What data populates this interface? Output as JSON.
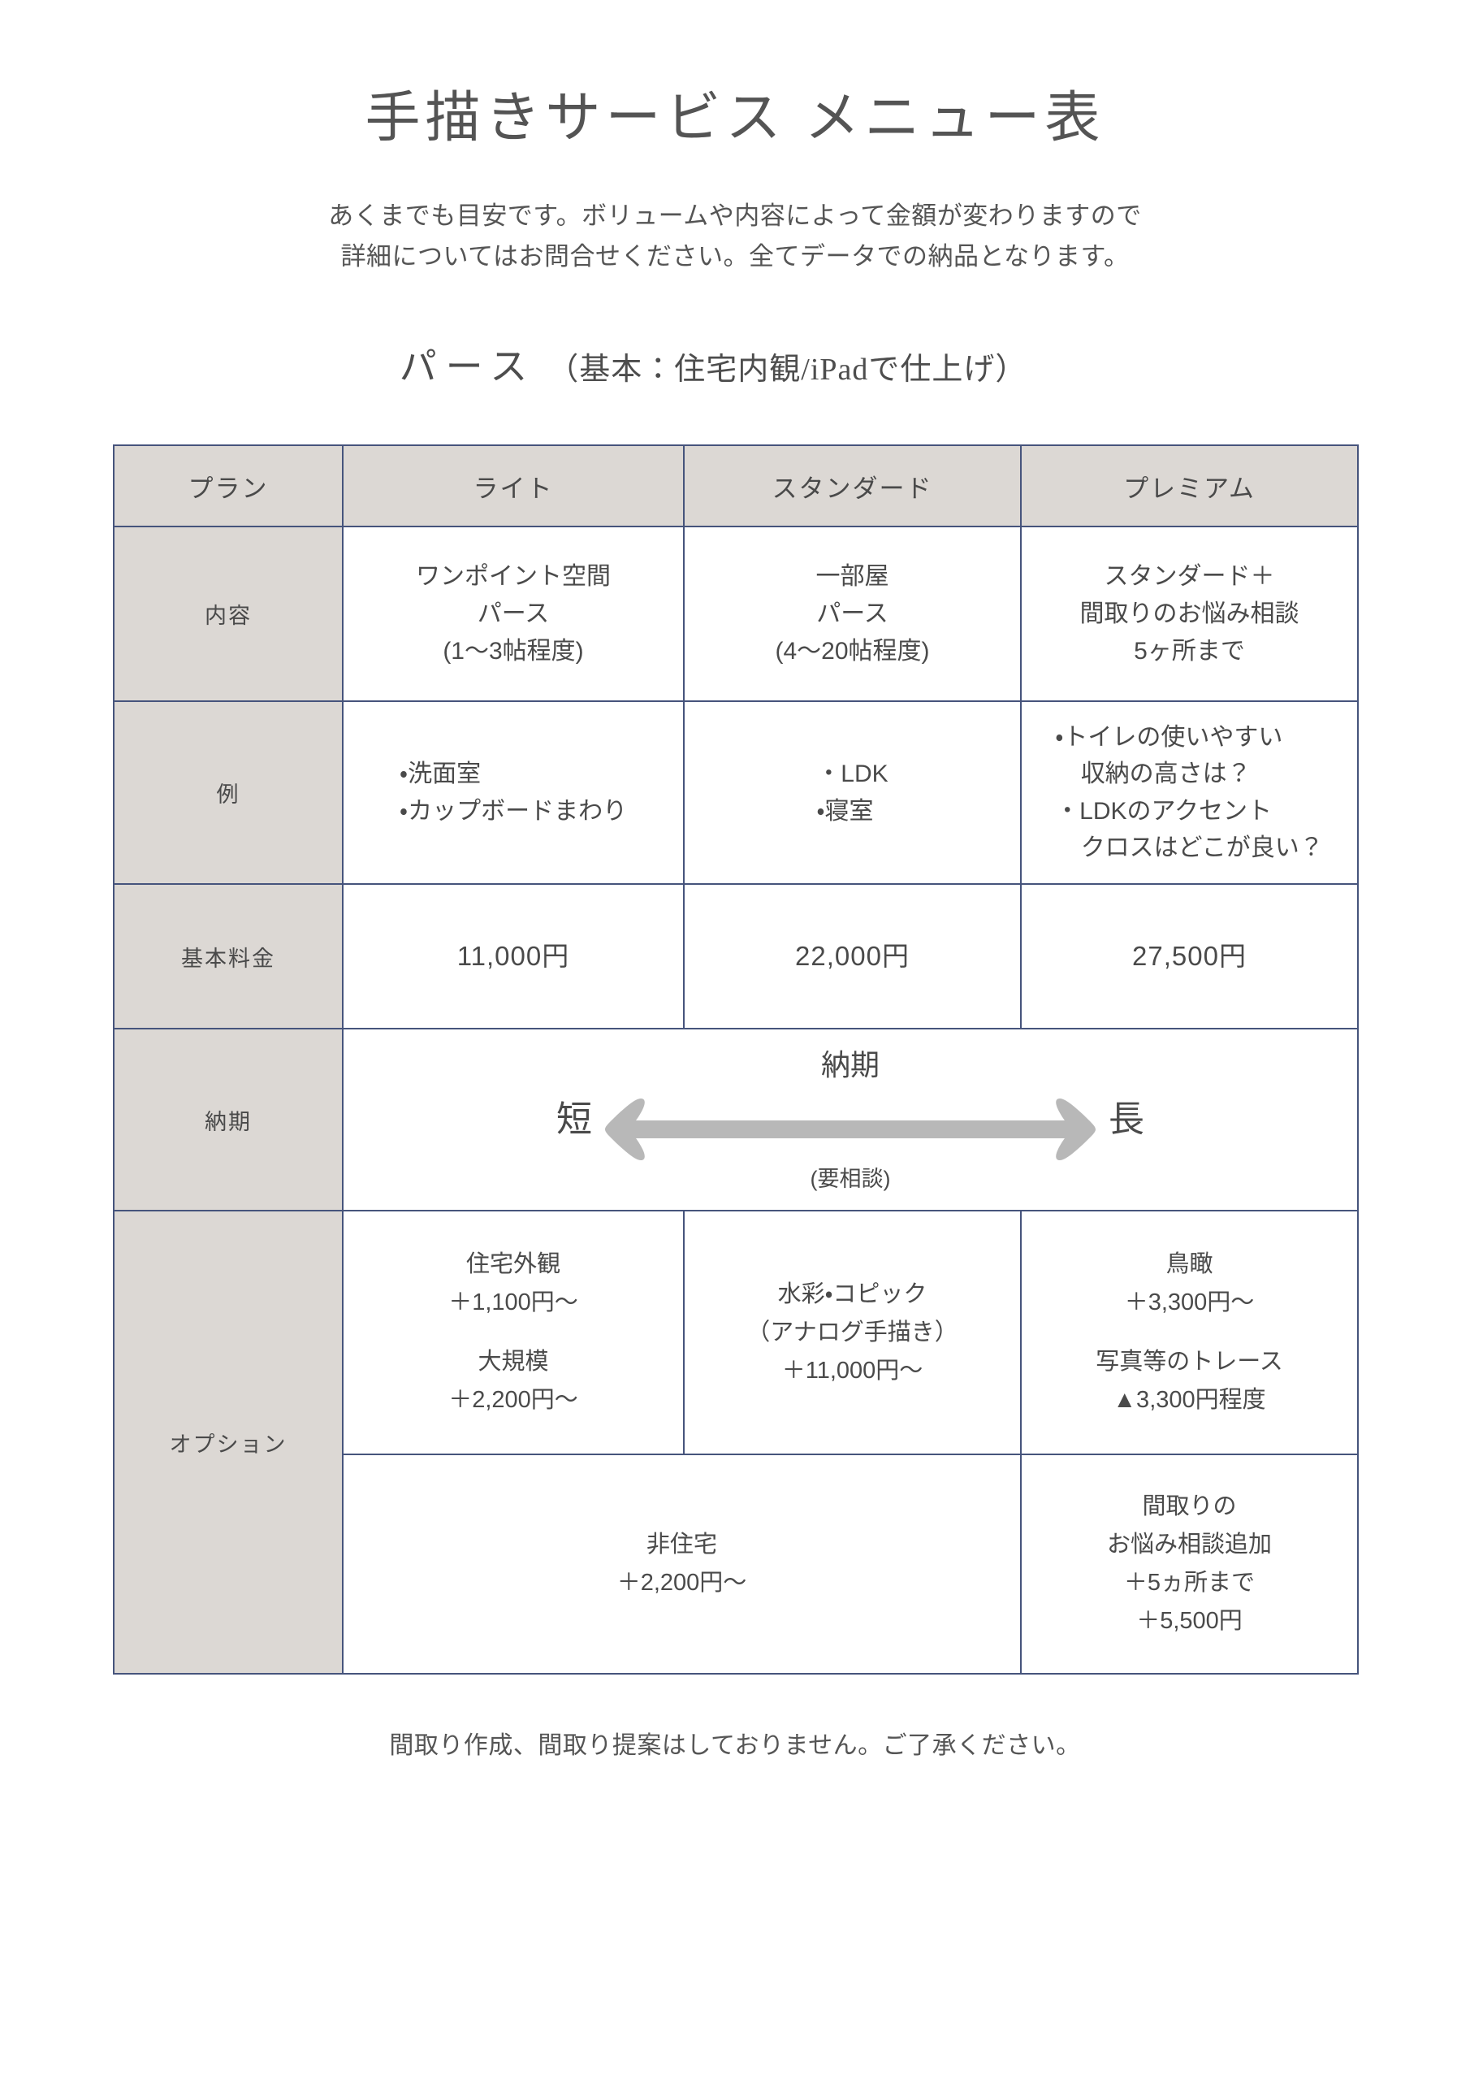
{
  "document": {
    "title": "手描きサービス メニュー表",
    "subtitle_lines": [
      "あくまでも目安です。ボリュームや内容によって金額が変わりますので",
      "詳細についてはお問合せください。全てデータでの納品となります。"
    ],
    "section_heading": "パース",
    "section_heading_note": "（基本：住宅内観/iPadで仕上げ）",
    "footer": "間取り作成、間取り提案はしておりません。ご了承ください。"
  },
  "colors": {
    "border": "#46547c",
    "header_fill": "#dcd8d4",
    "text": "#4a4a4a",
    "arrow": "#b8b8b8"
  },
  "table": {
    "columns": [
      "プラン",
      "ライト",
      "スタンダード",
      "プレミアム"
    ],
    "rows": {
      "naiyou": {
        "label": "内容",
        "light": [
          "ワンポイント空間",
          "パース",
          "(1〜3帖程度)"
        ],
        "standard": [
          "一部屋",
          "パース",
          "(4〜20帖程度)"
        ],
        "premium": [
          "スタンダード＋",
          "間取りのお悩み相談",
          "5ヶ所まで"
        ]
      },
      "rei": {
        "label": "例",
        "light": [
          "・洗面室",
          "・カップボードまわり"
        ],
        "standard": [
          "・LDK",
          "・寝室"
        ],
        "premium": [
          "・トイレの使いやすい",
          "収納の高さは？",
          "・LDKのアクセント",
          "クロスはどこが良い？"
        ]
      },
      "price": {
        "label": "基本料金",
        "light": "11,000円",
        "standard": "22,000円",
        "premium": "27,500円"
      },
      "noki": {
        "label": "納期",
        "short": "短",
        "long": "長",
        "arrow_label": "納期",
        "arrow_note": "(要相談)"
      },
      "options": {
        "label": "オプション",
        "row_a": {
          "light": [
            "住宅外観",
            "＋1,100円〜",
            "",
            "大規模",
            "＋2,200円〜"
          ],
          "standard": [
            "水彩・コピック",
            "（アナログ手描き）",
            "＋11,000円〜"
          ],
          "premium": [
            "鳥瞰",
            "＋3,300円〜",
            "",
            "写真等のトレース",
            "▲3,300円程度"
          ]
        },
        "row_b": {
          "merged_left": [
            "非住宅",
            "＋2,200円〜"
          ],
          "premium": [
            "間取りの",
            "お悩み相談追加",
            "＋5ヵ所まで",
            "＋5,500円"
          ]
        }
      }
    }
  }
}
